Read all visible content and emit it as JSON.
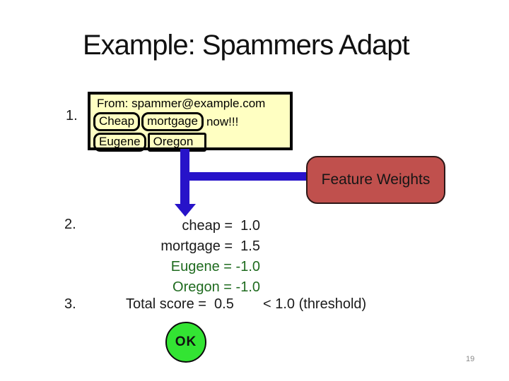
{
  "colors": {
    "background": "#FFFFFF",
    "email_box_fill": "#FFFFC2",
    "email_box_border": "#000000",
    "connector_blue": "#2713C9",
    "feature_weights_fill": "#C0504D",
    "negative_weight_green": "#1F6B1F",
    "ok_circle_green": "#33E433",
    "page_number_gray": "#898989"
  },
  "slide": {
    "title": "Example: Spammers Adapt",
    "page_number": "19"
  },
  "steps": {
    "one": "1.",
    "two": "2.",
    "three": "3."
  },
  "email": {
    "from_line": "From: spammer@example.com",
    "subject": {
      "word1": "Cheap",
      "word2": "mortgage",
      "rest": "now!!!"
    },
    "location": {
      "word1": "Eugene",
      "word2": "Oregon"
    }
  },
  "feature_weights": {
    "label": "Feature Weights"
  },
  "weights": {
    "items": [
      {
        "name": "cheap",
        "value": "1.0",
        "text": "cheap =  1.0"
      },
      {
        "name": "mortgage",
        "value": "1.5",
        "text": "mortgage =  1.5"
      },
      {
        "name": "Eugene",
        "value": "-1.0",
        "text": "Eugene = -1.0"
      },
      {
        "name": "Oregon",
        "value": "-1.0",
        "text": "Oregon = -1.0"
      }
    ]
  },
  "total": {
    "score_text": "Total score =  0.5",
    "threshold_text": "< 1.0 (threshold)"
  },
  "result": {
    "ok_label": "OK"
  }
}
